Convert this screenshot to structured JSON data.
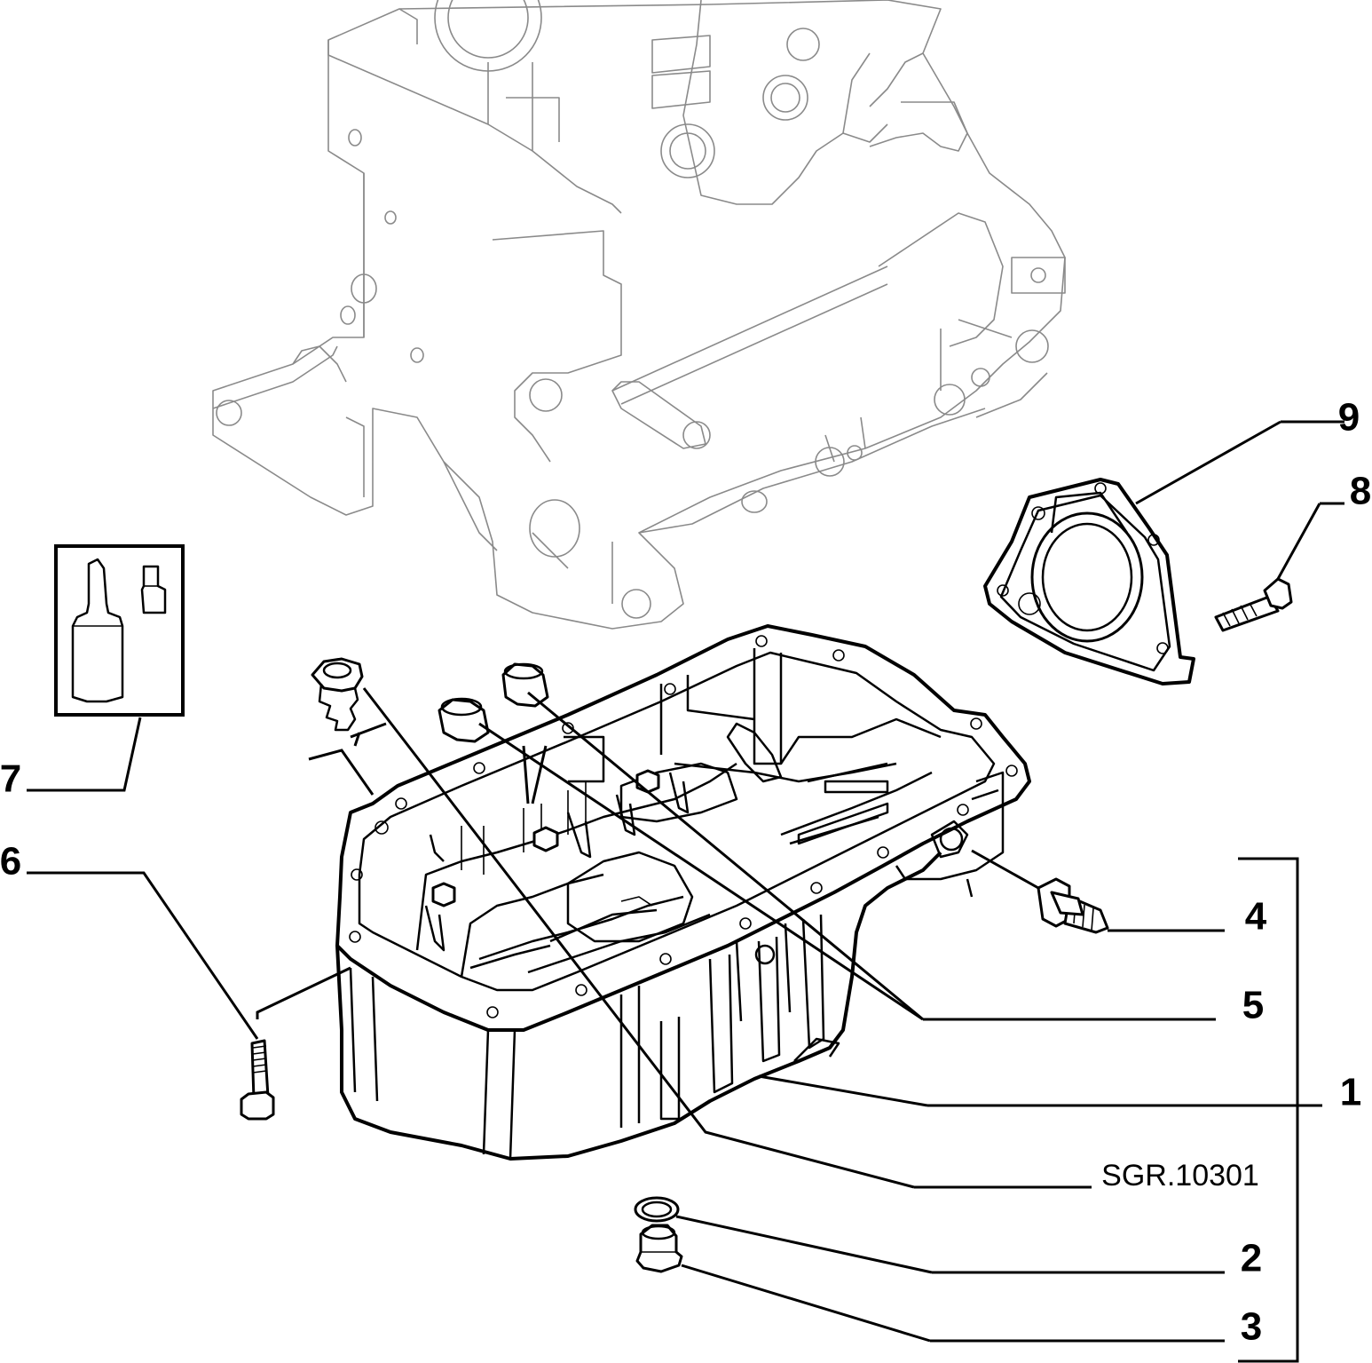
{
  "diagram": {
    "callouts": [
      {
        "id": "1",
        "text": "1"
      },
      {
        "id": "2",
        "text": "2"
      },
      {
        "id": "3",
        "text": "3"
      },
      {
        "id": "4",
        "text": "4"
      },
      {
        "id": "5",
        "text": "5"
      },
      {
        "id": "6",
        "text": "6"
      },
      {
        "id": "7",
        "text": "7"
      },
      {
        "id": "8",
        "text": "8"
      },
      {
        "id": "9",
        "text": "9"
      }
    ],
    "reference": "SGR.10301"
  }
}
